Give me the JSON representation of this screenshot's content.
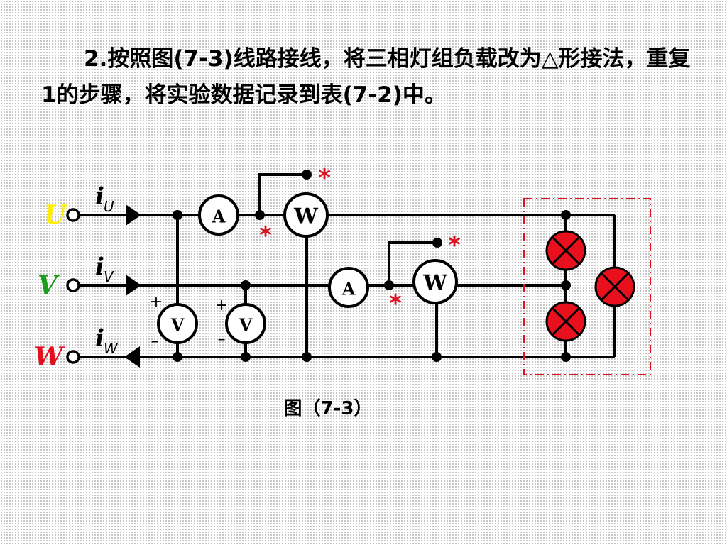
{
  "instruction": {
    "step_number": "2.",
    "text": "按照图(7-3)线路接线，将三相灯组负载改为△形接法，重复1的步骤，将实验数据记录到表(7-2)中。"
  },
  "diagram": {
    "phases": [
      {
        "label": "U",
        "color": "#ffee00"
      },
      {
        "label": "V",
        "color": "#1a9e1a"
      },
      {
        "label": "W",
        "color": "#e01020"
      }
    ],
    "currents": [
      {
        "symbol": "i",
        "subscript": "U"
      },
      {
        "symbol": "i",
        "subscript": "V"
      },
      {
        "symbol": "i",
        "subscript": "W"
      }
    ],
    "ammeter_symbol": "A",
    "wattmeter_symbol": "W",
    "voltmeter_symbol": "V",
    "polarity_mark": "*",
    "plus_sign": "+",
    "minus_sign": "–",
    "caption": "图（7-3）",
    "lamp_color": "#e8101c",
    "load_box_color": "#e01020"
  }
}
